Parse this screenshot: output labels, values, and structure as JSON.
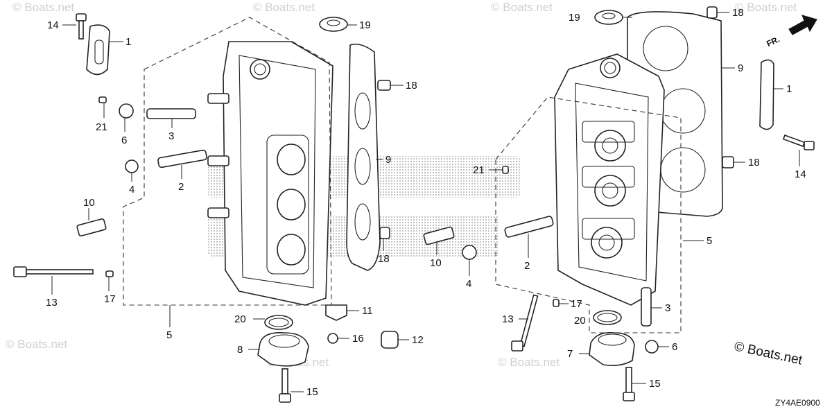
{
  "watermark": {
    "text": "© Boats.net",
    "credit": "© Boats.net"
  },
  "diagram_code": "ZY4AE0900",
  "direction_label": "FR.",
  "callouts": [
    {
      "id": "c14a",
      "label": "14"
    },
    {
      "id": "c1a",
      "label": "1"
    },
    {
      "id": "c19a",
      "label": "19"
    },
    {
      "id": "c18a",
      "label": "18"
    },
    {
      "id": "c21a",
      "label": "21"
    },
    {
      "id": "c6a",
      "label": "6"
    },
    {
      "id": "c3a",
      "label": "3"
    },
    {
      "id": "c9a",
      "label": "9"
    },
    {
      "id": "c4a",
      "label": "4"
    },
    {
      "id": "c2a",
      "label": "2"
    },
    {
      "id": "c10a",
      "label": "10"
    },
    {
      "id": "c18b",
      "label": "18"
    },
    {
      "id": "c13a",
      "label": "13"
    },
    {
      "id": "c17a",
      "label": "17"
    },
    {
      "id": "c5a",
      "label": "5"
    },
    {
      "id": "c11a",
      "label": "11"
    },
    {
      "id": "c20a",
      "label": "20"
    },
    {
      "id": "c16a",
      "label": "16"
    },
    {
      "id": "c12a",
      "label": "12"
    },
    {
      "id": "c8a",
      "label": "8"
    },
    {
      "id": "c15a",
      "label": "15"
    },
    {
      "id": "c19b",
      "label": "19"
    },
    {
      "id": "c18c",
      "label": "18"
    },
    {
      "id": "c9b",
      "label": "9"
    },
    {
      "id": "c1b",
      "label": "1"
    },
    {
      "id": "c14b",
      "label": "14"
    },
    {
      "id": "c18d",
      "label": "18"
    },
    {
      "id": "c21b",
      "label": "21"
    },
    {
      "id": "c5b",
      "label": "5"
    },
    {
      "id": "c10b",
      "label": "10"
    },
    {
      "id": "c2b",
      "label": "2"
    },
    {
      "id": "c4b",
      "label": "4"
    },
    {
      "id": "c17b",
      "label": "17"
    },
    {
      "id": "c3b",
      "label": "3"
    },
    {
      "id": "c13b",
      "label": "13"
    },
    {
      "id": "c20b",
      "label": "20"
    },
    {
      "id": "c6b",
      "label": "6"
    },
    {
      "id": "c7b",
      "label": "7"
    },
    {
      "id": "c15b",
      "label": "15"
    }
  ]
}
